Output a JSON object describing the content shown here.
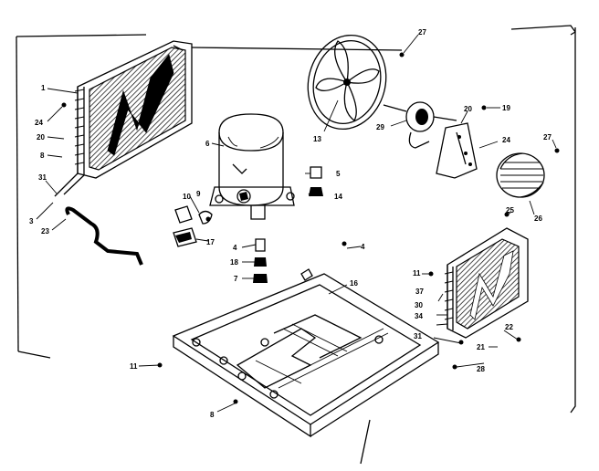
{
  "parts": [
    {
      "key": "p1",
      "number": "1"
    },
    {
      "key": "p24a",
      "number": "24"
    },
    {
      "key": "p20a",
      "number": "20"
    },
    {
      "key": "p8a",
      "number": "8"
    },
    {
      "key": "p31a",
      "number": "31"
    },
    {
      "key": "p3",
      "number": "3"
    },
    {
      "key": "p23",
      "number": "23"
    },
    {
      "key": "p9",
      "number": "9"
    },
    {
      "key": "p10",
      "number": "10"
    },
    {
      "key": "p6a",
      "number": "6"
    },
    {
      "key": "p17",
      "number": "17"
    },
    {
      "key": "p13",
      "number": "13"
    },
    {
      "key": "p27a",
      "number": "27"
    },
    {
      "key": "p29",
      "number": "29"
    },
    {
      "key": "p20b",
      "number": "20"
    },
    {
      "key": "p19",
      "number": "19"
    },
    {
      "key": "p24b",
      "number": "24"
    },
    {
      "key": "p27b",
      "number": "27"
    },
    {
      "key": "p26",
      "number": "26"
    },
    {
      "key": "p5",
      "number": "5"
    },
    {
      "key": "p14",
      "number": "14"
    },
    {
      "key": "p4a",
      "number": "4"
    },
    {
      "key": "p18",
      "number": "18"
    },
    {
      "key": "p7",
      "number": "7"
    },
    {
      "key": "p4b",
      "number": "4"
    },
    {
      "key": "p16",
      "number": "16"
    },
    {
      "key": "p25",
      "number": "25"
    },
    {
      "key": "p11a",
      "number": "11"
    },
    {
      "key": "p37",
      "number": "37"
    },
    {
      "key": "p30",
      "number": "30"
    },
    {
      "key": "p34",
      "number": "34"
    },
    {
      "key": "p31b",
      "number": "31"
    },
    {
      "key": "p22",
      "number": "22"
    },
    {
      "key": "p21",
      "number": "21"
    },
    {
      "key": "p28",
      "number": "28"
    },
    {
      "key": "p11b",
      "number": "11"
    },
    {
      "key": "p8b",
      "number": "8"
    }
  ]
}
